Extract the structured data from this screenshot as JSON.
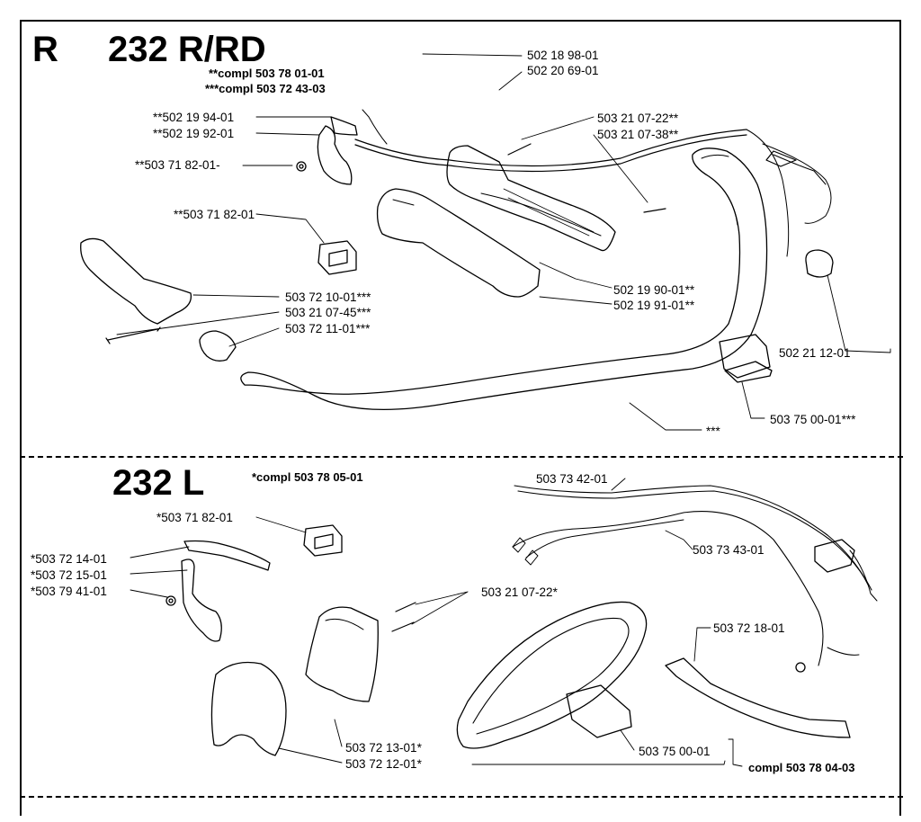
{
  "section_r": {
    "letter": "R",
    "model": "232 R/RD",
    "kit_1": "**compl 503 78 01-01",
    "kit_2": "***compl 503 72 43-03"
  },
  "section_l": {
    "model": "232 L",
    "kit_1": "*compl 503 78 05-01",
    "kit_2": "compl 503 78 04-03"
  },
  "part_numbers_r": [
    "502 18 98-01",
    "502 20 69-01",
    "**502 19 94-01",
    "**502 19 92-01",
    "**503 71 82-01-",
    "503 21 07-22**",
    "503 21 07-38**",
    "**503 71 82-01",
    "503 72 10-01***",
    "503 21 07-45***",
    "503 72 11-01***",
    "502 19 90-01**",
    "502 19 91-01**",
    "502 21 12-01",
    "***",
    "503 75 00-01***"
  ],
  "part_numbers_l": [
    "503 73 42-01",
    "*503 71 82-01",
    "503 73 43-01",
    "*503 72 14-01",
    "*503 72 15-01",
    "*503 79 41-01",
    "503 21 07-22*",
    "503 72 18-01",
    "503 72 13-01*",
    "503 72 12-01*",
    "503 75 00-01"
  ]
}
